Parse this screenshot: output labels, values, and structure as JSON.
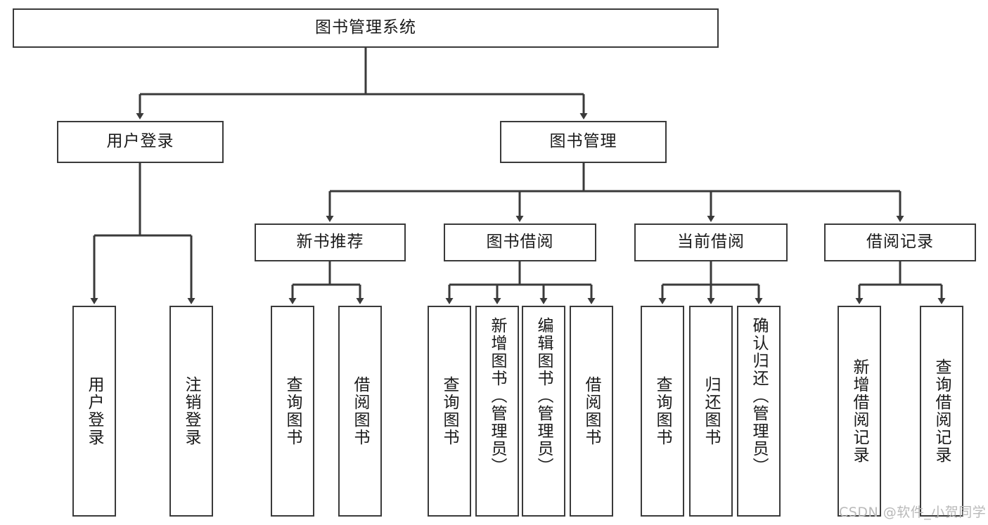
{
  "diagram": {
    "title": "图书管理系统",
    "type": "功能结构图",
    "root": {
      "label": "图书管理系统"
    },
    "level2": [
      {
        "label": "用户登录"
      },
      {
        "label": "图书管理"
      }
    ],
    "level3": [
      {
        "label": "新书推荐"
      },
      {
        "label": "图书借阅"
      },
      {
        "label": "当前借阅"
      },
      {
        "label": "借阅记录"
      }
    ],
    "leaves": {
      "user_login": [
        {
          "label": "用户登录"
        },
        {
          "label": "注销登录"
        }
      ],
      "new_book_recommend": [
        {
          "label": "查询图书"
        },
        {
          "label": "借阅图书"
        }
      ],
      "book_borrow": [
        {
          "label": "查询图书"
        },
        {
          "label": "新增图书（管理员）"
        },
        {
          "label": "编辑图书（管理员）"
        },
        {
          "label": "借阅图书"
        }
      ],
      "current_borrow": [
        {
          "label": "查询图书"
        },
        {
          "label": "归还图书"
        },
        {
          "label": "确认归还（管理员）"
        }
      ],
      "borrow_record": [
        {
          "label": "新增借阅记录"
        },
        {
          "label": "查询借阅记录"
        }
      ]
    }
  },
  "watermark": {
    "text": "CSDN @软件_小贺同学"
  },
  "colors": {
    "stroke": "#3a3a3a",
    "fill": "#ffffff",
    "text": "#1a1a1a",
    "watermark": "#b9b9b9"
  }
}
